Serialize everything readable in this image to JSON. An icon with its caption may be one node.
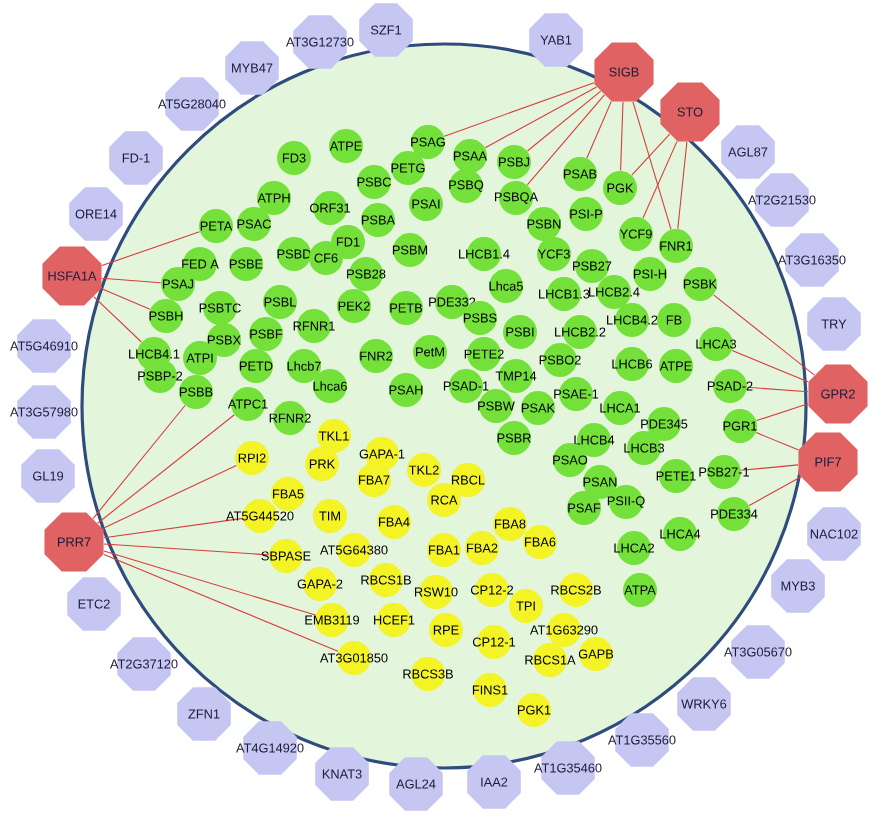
{
  "diagram": {
    "nodes": [
      {
        "text": [],
        "shape": "circle"
      },
      {
        "text": [
          "FD3"
        ],
        "in": 0
      },
      {
        "text": [
          "ATPE"
        ],
        "in": 0
      },
      {
        "text": [
          "PSAG"
        ],
        "in": 0
      },
      {
        "text": [
          "PSAA"
        ],
        "in": 0
      },
      {
        "text": [
          "PSBJ"
        ],
        "in": 0
      },
      {
        "text": [
          "PSAB"
        ],
        "in": 0
      },
      {
        "text": [
          "PGK"
        ],
        "in": 0
      },
      {
        "text": [
          "PETG"
        ],
        "in": 0
      },
      {
        "text": [
          "PSBC"
        ],
        "in": 0
      },
      {
        "text": [
          "PSBQ"
        ],
        "in": 0
      },
      {
        "text": [
          "PSBQA"
        ],
        "in": 0
      },
      {
        "text": [
          "ATPH"
        ],
        "in": 0
      },
      {
        "text": [
          "ORF31"
        ],
        "in": 0
      },
      {
        "text": [
          "PSAI"
        ],
        "in": 0
      },
      {
        "text": [
          "PSI-P"
        ],
        "in": 0
      },
      {
        "text": [
          "PSBN"
        ],
        "in": 0
      },
      {
        "text": [
          "PETA"
        ],
        "in": 0
      },
      {
        "text": [
          "PSAC"
        ],
        "in": 0
      },
      {
        "text": [
          "PSBA"
        ],
        "in": 0
      },
      {
        "text": [
          "YCF9"
        ],
        "in": 0
      },
      {
        "text": [
          "FD1"
        ],
        "in": 0
      },
      {
        "text": [
          "FNR1"
        ],
        "in": 0
      },
      {
        "text": [
          "PSBM"
        ],
        "in": 0
      },
      {
        "text": [
          "LHCB1.4"
        ],
        "in": 0
      },
      {
        "text": [
          "YCF3"
        ],
        "in": 0
      },
      {
        "text": [
          "PSBD"
        ],
        "in": 0
      },
      {
        "text": [
          "CF6"
        ],
        "in": 0
      },
      {
        "text": [
          "PSB27"
        ],
        "in": 0
      },
      {
        "text": [
          "FED A"
        ],
        "in": 0
      },
      {
        "text": [
          "PSBE"
        ],
        "in": 0
      },
      {
        "text": [
          "PSB28"
        ],
        "in": 0
      },
      {
        "text": [
          "PSI-H"
        ],
        "in": 0
      },
      {
        "text": [
          "PSAJ"
        ],
        "in": 0
      },
      {
        "text": [
          "PSBK"
        ],
        "in": 0
      },
      {
        "text": [
          "Lhca5"
        ],
        "in": 0
      },
      {
        "text": [
          "LHCB1.3"
        ],
        "in": 0
      },
      {
        "text": [
          "LHCB2.4"
        ],
        "in": 0
      },
      {
        "text": [
          "PDE332"
        ],
        "in": 0
      },
      {
        "text": [
          "PSBTC"
        ],
        "in": 0
      },
      {
        "text": [
          "PSBL"
        ],
        "in": 0
      },
      {
        "text": [
          "PEK2"
        ],
        "in": 0
      },
      {
        "text": [
          "PETB"
        ],
        "in": 0
      },
      {
        "text": [
          "PSBH"
        ],
        "in": 0
      },
      {
        "text": [
          "RFNR1"
        ],
        "in": 0
      },
      {
        "text": [
          "PSBS"
        ],
        "in": 0
      },
      {
        "text": [
          "FB"
        ],
        "in": 0
      },
      {
        "text": [
          "LHCB4.2"
        ],
        "in": 0
      },
      {
        "text": [
          "PSBI"
        ],
        "in": 0
      },
      {
        "text": [
          "LHCB2.2"
        ],
        "in": 0
      },
      {
        "text": [
          "PSBX"
        ],
        "in": 0
      },
      {
        "text": [
          "PSBF"
        ],
        "in": 0
      },
      {
        "text": [
          "LHCA3"
        ],
        "in": 0
      },
      {
        "text": [
          "PetM"
        ],
        "in": 0
      },
      {
        "text": [
          "FNR2"
        ],
        "in": 0
      },
      {
        "text": [
          "PETE2"
        ],
        "in": 0
      },
      {
        "text": [
          "LHCB4.1"
        ],
        "in": 0
      },
      {
        "text": [
          "ATPI"
        ],
        "in": 0
      },
      {
        "text": [
          "PSBO2"
        ],
        "in": 0
      },
      {
        "text": [
          "LHCB6"
        ],
        "in": 0
      },
      {
        "text": [
          "ATPE"
        ],
        "in": 0
      },
      {
        "text": [
          "PETD"
        ],
        "in": 0
      },
      {
        "text": [
          "Lhcb7"
        ],
        "in": 0
      },
      {
        "text": [
          "TMP14"
        ],
        "in": 0
      },
      {
        "text": [
          "PSBP-2"
        ],
        "in": 0
      },
      {
        "text": [
          "PSAD-1"
        ],
        "in": 0
      },
      {
        "text": [
          "PSAD-2"
        ],
        "in": 0
      },
      {
        "text": [
          "Lhca6"
        ],
        "in": 0
      },
      {
        "text": [
          "PSAH"
        ],
        "in": 0
      },
      {
        "text": [
          "PSBB"
        ],
        "in": 0
      },
      {
        "text": [
          "PSAE-1"
        ],
        "in": 0
      },
      {
        "text": [
          "ATPC1"
        ],
        "in": 0
      },
      {
        "text": [
          "PSBW"
        ],
        "in": 0
      },
      {
        "text": [
          "PSAK"
        ],
        "in": 0
      },
      {
        "text": [
          "LHCA1"
        ],
        "in": 0
      },
      {
        "text": [
          "RFNR2"
        ],
        "in": 0
      },
      {
        "text": [
          "PDE345"
        ],
        "in": 0
      },
      {
        "text": [
          "PGR1"
        ],
        "in": 0
      },
      {
        "text": [
          "PSBR"
        ],
        "in": 0
      },
      {
        "text": [
          "LHCB4"
        ],
        "in": 0
      },
      {
        "text": [
          "LHCB3"
        ],
        "in": 0
      },
      {
        "text": [
          "PSAO"
        ],
        "in": 0
      },
      {
        "text": [
          "PSAN"
        ],
        "in": 0
      },
      {
        "text": [
          "PETE1"
        ],
        "in": 0
      },
      {
        "text": [
          "PSB27-1"
        ],
        "in": 0
      },
      {
        "text": [
          "PSAF"
        ],
        "in": 0
      },
      {
        "text": [
          "PSII-Q"
        ],
        "in": 0
      },
      {
        "text": [
          "PDE334"
        ],
        "in": 0
      },
      {
        "text": [
          "LHCA4"
        ],
        "in": 0
      },
      {
        "text": [
          "LHCA2"
        ],
        "in": 0
      },
      {
        "text": [
          "ATPA"
        ],
        "in": 0
      },
      {
        "text": [
          "TKL1"
        ],
        "in": 0
      },
      {
        "text": [
          "GAPA-1"
        ],
        "in": 0
      },
      {
        "text": [
          "RPI2"
        ],
        "in": 0
      },
      {
        "text": [
          "PRK"
        ],
        "in": 0
      },
      {
        "text": [
          "TKL2"
        ],
        "in": 0
      },
      {
        "text": [
          "RBCL"
        ],
        "in": 0
      },
      {
        "text": [
          "FBA7"
        ],
        "in": 0
      },
      {
        "text": [
          "FBA5"
        ],
        "in": 0
      },
      {
        "text": [
          "RCA"
        ],
        "in": 0
      },
      {
        "text": [
          "AT5G44520"
        ],
        "in": 0
      },
      {
        "text": [
          "TIM"
        ],
        "in": 0
      },
      {
        "text": [
          "FBA4"
        ],
        "in": 0
      },
      {
        "text": [
          "FBA8"
        ],
        "in": 0
      },
      {
        "text": [
          "FBA6"
        ],
        "in": 0
      },
      {
        "text": [
          "FBA1"
        ],
        "in": 0
      },
      {
        "text": [
          "FBA2"
        ],
        "in": 0
      },
      {
        "text": [
          "AT5G64380"
        ],
        "in": 0
      },
      {
        "text": [
          "SBPASE"
        ],
        "in": 0
      },
      {
        "text": [
          "RBCS1B"
        ],
        "in": 0
      },
      {
        "text": [
          "GAPA-2"
        ],
        "in": 0
      },
      {
        "text": [
          "RSW10"
        ],
        "in": 0
      },
      {
        "text": [
          "CP12-2"
        ],
        "in": 0
      },
      {
        "text": [
          "RBCS2B"
        ],
        "in": 0
      },
      {
        "text": [
          "TPI"
        ],
        "in": 0
      },
      {
        "text": [
          "EMB3119"
        ],
        "in": 0
      },
      {
        "text": [
          "HCEF1"
        ],
        "in": 0
      },
      {
        "text": [
          "RPE"
        ],
        "in": 0
      },
      {
        "text": [
          "AT1G63290"
        ],
        "in": 0
      },
      {
        "text": [
          "CP12-1"
        ],
        "in": 0
      },
      {
        "text": [
          "GAPB"
        ],
        "in": 0
      },
      {
        "text": [
          "AT3G01850"
        ],
        "in": 0
      },
      {
        "text": [
          "RBCS1A"
        ],
        "in": 0
      },
      {
        "text": [
          "RBCS3B"
        ],
        "in": 0
      },
      {
        "text": [
          "FINS1"
        ],
        "in": 0
      },
      {
        "text": [
          "PGK1"
        ],
        "in": 0
      },
      {
        "text": [
          "SZF1"
        ]
      },
      {
        "text": [
          "YAB1"
        ]
      },
      {
        "text": [
          "SIGB"
        ]
      },
      {
        "text": [
          "STO"
        ]
      },
      {
        "text": [
          "AGL87"
        ]
      },
      {
        "text": [
          "AT2G21530"
        ]
      },
      {
        "text": [
          "AT3G16350"
        ]
      },
      {
        "text": [
          "TRY"
        ]
      },
      {
        "text": [
          "GPR2"
        ]
      },
      {
        "text": [
          "PIF7"
        ]
      },
      {
        "text": [
          "NAC102"
        ]
      },
      {
        "text": [
          "MYB3"
        ]
      },
      {
        "text": [
          "AT3G05670"
        ]
      },
      {
        "text": [
          "WRKY6"
        ]
      },
      {
        "text": [
          "AT1G35560"
        ]
      },
      {
        "text": [
          "AT1G35460"
        ]
      },
      {
        "text": [
          "IAA2"
        ]
      },
      {
        "text": [
          "AGL24"
        ]
      },
      {
        "text": [
          "KNAT3"
        ]
      },
      {
        "text": [
          "AT4G14920"
        ]
      },
      {
        "text": [
          "ZFN1"
        ]
      },
      {
        "text": [
          "AT2G37120"
        ]
      },
      {
        "text": [
          "ETC2"
        ]
      },
      {
        "text": [
          "PRR7"
        ]
      },
      {
        "text": [
          "GL19"
        ]
      },
      {
        "text": [
          "AT3G57980"
        ]
      },
      {
        "text": [
          "AT5G46910"
        ]
      },
      {
        "text": [
          "HSFA1A"
        ]
      },
      {
        "text": [
          "ORE14"
        ]
      },
      {
        "text": [
          "FD-1"
        ]
      },
      {
        "text": [
          "AT5G28040"
        ]
      },
      {
        "text": [
          "MYB47"
        ]
      },
      {
        "text": [
          "AT3G12730"
        ]
      }
    ],
    "edges": [
      {
        "from": 153,
        "to": 33,
        "arrow": "none"
      },
      {
        "from": 153,
        "to": 43,
        "arrow": "none"
      },
      {
        "from": 153,
        "to": 17,
        "arrow": "none"
      },
      {
        "from": 153,
        "to": 56,
        "arrow": "none"
      },
      {
        "from": 149,
        "to": 100,
        "arrow": "none"
      },
      {
        "from": 149,
        "to": 108,
        "arrow": "none"
      },
      {
        "from": 149,
        "to": 93,
        "arrow": "none"
      },
      {
        "from": 149,
        "to": 115,
        "arrow": "none"
      },
      {
        "from": 149,
        "to": 71,
        "arrow": "none"
      },
      {
        "from": 128,
        "to": 7,
        "arrow": "none"
      },
      {
        "from": 128,
        "to": 6,
        "arrow": "none"
      },
      {
        "from": 128,
        "to": 5,
        "arrow": "none"
      },
      {
        "from": 128,
        "to": 4,
        "arrow": "none"
      },
      {
        "from": 128,
        "to": 3,
        "arrow": "none"
      },
      {
        "from": 128,
        "to": 22,
        "arrow": "none"
      },
      {
        "from": 129,
        "to": 20,
        "arrow": "none"
      },
      {
        "from": 129,
        "to": 22,
        "arrow": "none"
      },
      {
        "from": 129,
        "to": 7,
        "arrow": "none"
      },
      {
        "from": 134,
        "to": 66,
        "arrow": "none"
      },
      {
        "from": 134,
        "to": 52,
        "arrow": "none"
      },
      {
        "from": 134,
        "to": 77,
        "arrow": "none"
      },
      {
        "from": 134,
        "to": 34,
        "arrow": "none"
      },
      {
        "from": 135,
        "to": 84,
        "arrow": "none"
      },
      {
        "from": 135,
        "to": 87,
        "arrow": "none"
      },
      {
        "from": 135,
        "to": 77,
        "arrow": "none"
      },
      {
        "from": 128,
        "to": 11,
        "arrow": "none"
      },
      {
        "from": 149,
        "to": 69,
        "arrow": "none"
      },
      {
        "from": 149,
        "to": 121,
        "arrow": "none"
      }
    ]
  }
}
